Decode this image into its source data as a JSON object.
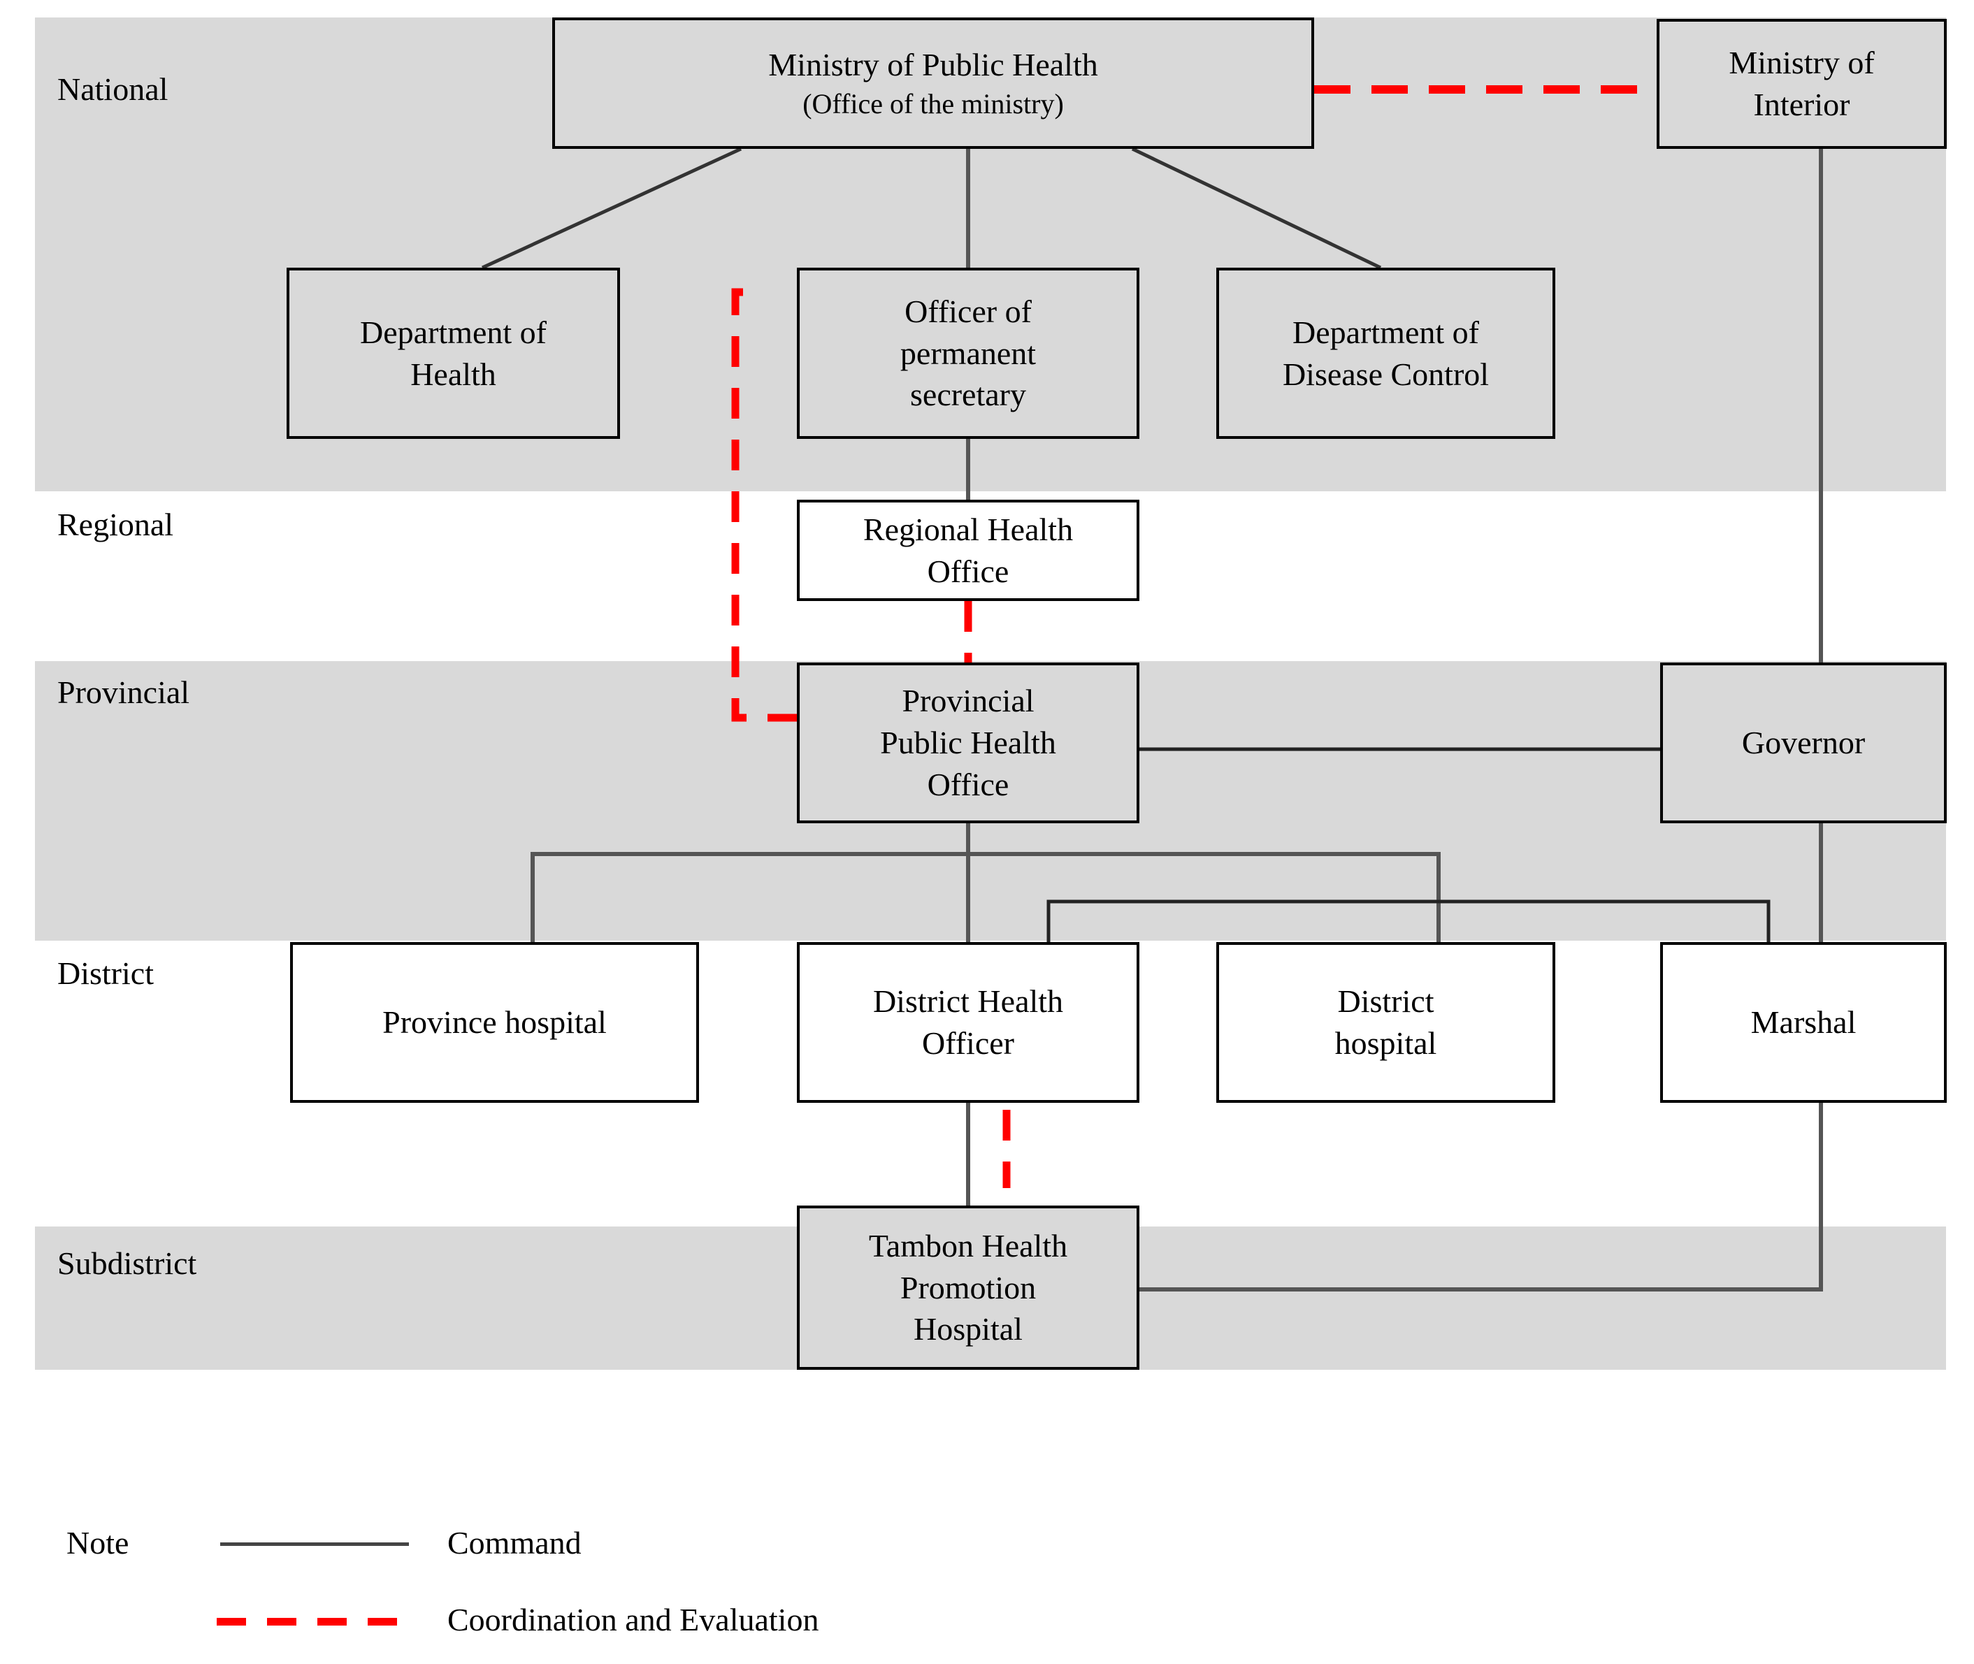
{
  "figure": {
    "title": "Health administration hierarchy organizational chart",
    "colors": {
      "band": "#d9d9d9",
      "command_line": "#404040",
      "coordination_line": "#ff0000",
      "box_border": "#000000",
      "page_background": "#ffffff"
    }
  },
  "levels": [
    {
      "id": "national",
      "label": "National"
    },
    {
      "id": "regional",
      "label": "Regional"
    },
    {
      "id": "provincial",
      "label": "Provincial"
    },
    {
      "id": "district",
      "label": "District"
    },
    {
      "id": "subdistrict",
      "label": "Subdistrict"
    }
  ],
  "nodes": {
    "ministry_public_health": {
      "line1": "Ministry of  Public Health",
      "line2": "(Office of the ministry)",
      "level": "National"
    },
    "ministry_interior": {
      "line1": "Ministry of",
      "line2": "Interior",
      "level": "National"
    },
    "department_health": {
      "line1": "Department of",
      "line2": "Health",
      "level": "National"
    },
    "officer_permanent_secretary": {
      "line1": "Officer of",
      "line2": "permanent",
      "line3": "secretary",
      "level": "National"
    },
    "department_disease_control": {
      "line1": "Department of",
      "line2": "Disease Control",
      "level": "National"
    },
    "regional_health_office": {
      "line1": "Regional Health",
      "line2": "Office",
      "level": "Regional"
    },
    "provincial_public_health_office": {
      "line1": "Provincial",
      "line2": "Public Health",
      "line3": "Office",
      "level": "Provincial"
    },
    "governor": {
      "line1": "Governor",
      "level": "Provincial"
    },
    "province_hospital": {
      "line1": "Province hospital",
      "level": "District"
    },
    "district_health_officer": {
      "line1": "District Health",
      "line2": "Officer",
      "level": "District"
    },
    "district_hospital": {
      "line1": "District",
      "line2": "hospital",
      "level": "District"
    },
    "marshal": {
      "line1": "Marshal",
      "level": "District"
    },
    "tambon_health_promotion_hospital": {
      "line1": "Tambon Health",
      "line2": "Promotion",
      "line3": "Hospital",
      "level": "Subdistrict"
    }
  },
  "legend": {
    "note_label": "Note",
    "items": [
      {
        "style": "solid",
        "label": "Command"
      },
      {
        "style": "dashed",
        "label": "Coordination and Evaluation"
      }
    ]
  },
  "relationships": [
    {
      "from": "ministry_public_health",
      "to": "department_health",
      "type": "Command"
    },
    {
      "from": "ministry_public_health",
      "to": "officer_permanent_secretary",
      "type": "Command"
    },
    {
      "from": "ministry_public_health",
      "to": "department_disease_control",
      "type": "Command"
    },
    {
      "from": "ministry_public_health",
      "to": "ministry_interior",
      "type": "Coordination and Evaluation"
    },
    {
      "from": "officer_permanent_secretary",
      "to": "regional_health_office",
      "type": "Command"
    },
    {
      "from": "officer_permanent_secretary",
      "to": "provincial_public_health_office",
      "type": "Coordination and Evaluation"
    },
    {
      "from": "regional_health_office",
      "to": "provincial_public_health_office",
      "type": "Coordination and Evaluation"
    },
    {
      "from": "ministry_interior",
      "to": "governor",
      "type": "Command"
    },
    {
      "from": "provincial_public_health_office",
      "to": "governor",
      "type": "Command"
    },
    {
      "from": "provincial_public_health_office",
      "to": "province_hospital",
      "type": "Command"
    },
    {
      "from": "provincial_public_health_office",
      "to": "district_health_officer",
      "type": "Command"
    },
    {
      "from": "provincial_public_health_office",
      "to": "district_hospital",
      "type": "Command"
    },
    {
      "from": "governor",
      "to": "marshal",
      "type": "Command"
    },
    {
      "from": "district_health_officer",
      "to": "tambon_health_promotion_hospital",
      "type": "Command"
    },
    {
      "from": "district_health_officer",
      "to": "tambon_health_promotion_hospital",
      "type": "Coordination and Evaluation"
    },
    {
      "from": "marshal",
      "to": "tambon_health_promotion_hospital",
      "type": "Command"
    }
  ]
}
